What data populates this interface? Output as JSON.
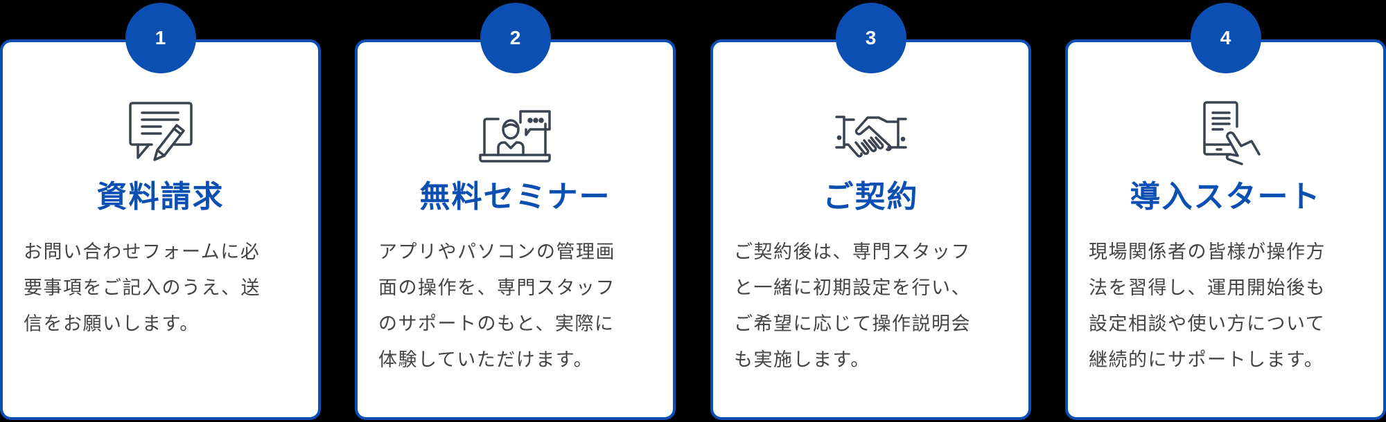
{
  "colors": {
    "accent": "#0b4fb3",
    "icon_stroke": "#3a4350",
    "body_text": "#444444",
    "background": "#000000",
    "card_bg": "#ffffff"
  },
  "steps": [
    {
      "number": "1",
      "icon": "speech-bubble-pencil-icon",
      "title": "資料請求",
      "description": "お問い合わせフォームに必\n要事項をご記入のうえ、送\n信をお願いします。"
    },
    {
      "number": "2",
      "icon": "laptop-presenter-chat-icon",
      "title": "無料セミナー",
      "description": "アプリやパソコンの管理画\n面の操作を、専門スタッフ\nのサポートのもと、実際に\n体験していただけます。"
    },
    {
      "number": "3",
      "icon": "handshake-icon",
      "title": "ご契約",
      "description": "ご契約後は、専門スタッフ\nと一緒に初期設定を行い、\nご希望に応じて操作説明会\nも実施します。"
    },
    {
      "number": "4",
      "icon": "smartphone-tap-icon",
      "title": "導入スタート",
      "description": "現場関係者の皆様が操作方\n法を習得し、運用開始後も\n設定相談や使い方について\n継続的にサポートします。"
    }
  ]
}
